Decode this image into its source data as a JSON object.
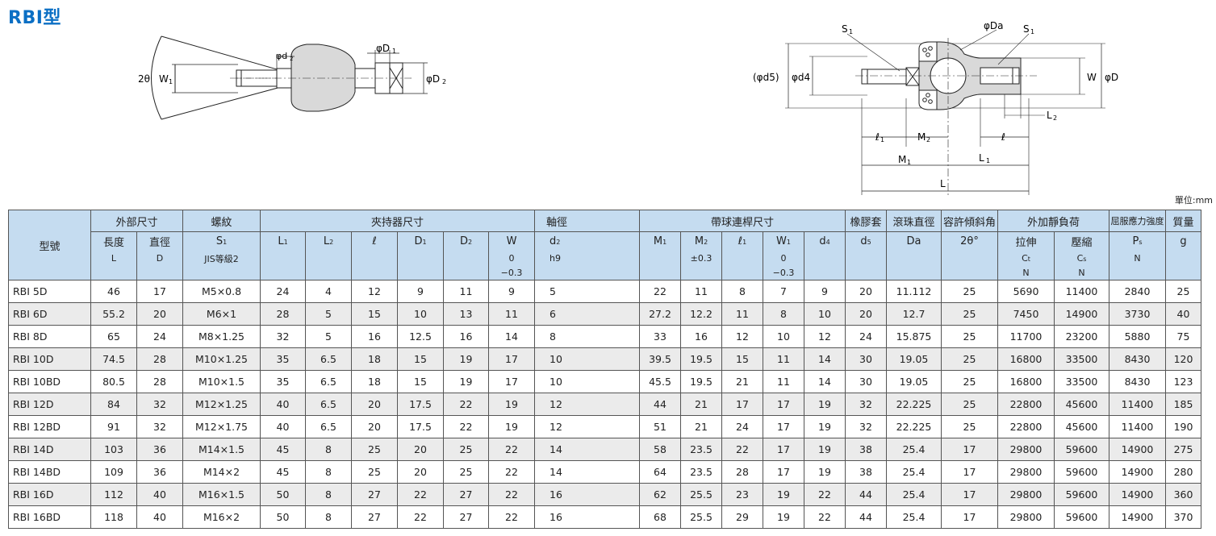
{
  "title": "RBI型",
  "unit_label": "單位:mm",
  "drawing_left": {
    "labels": {
      "two_theta": "2θ",
      "w1": "W",
      "w1_sub": "1",
      "d2": "φd",
      "d2_sub": "2",
      "big_d1": "φD",
      "big_d1_sub": "1",
      "big_d2": "φD",
      "big_d2_sub": "2"
    }
  },
  "drawing_right": {
    "labels": {
      "s1_left": "S",
      "s1_sub": "1",
      "s1_right": "S",
      "da": "φDa",
      "d5": "(φd5)",
      "d4": "φd4",
      "w": "W",
      "big_d": "φD",
      "l2": "L",
      "l2_sub": "2",
      "ell1": "ℓ",
      "ell1_sub": "1",
      "m2": "M",
      "m2_sub": "2",
      "ell": "ℓ",
      "m1": "M",
      "m1_sub": "1",
      "l1": "L",
      "l1_sub": "1",
      "l": "L"
    }
  },
  "table": {
    "header": {
      "model": "型號",
      "outer": "外部尺寸",
      "length": "長度",
      "diameter": "直徑",
      "L": "L",
      "D": "D",
      "thread": "螺紋",
      "S1": "S",
      "S1_sub": "1",
      "jis": "JIS等級2",
      "holder": "夾持器尺寸",
      "L1": "L",
      "L1_sub": "1",
      "L2": "L",
      "L2_sub": "2",
      "ell": "ℓ",
      "D1": "D",
      "D1_sub": "1",
      "D2": "D",
      "D2_sub": "2",
      "W": "W",
      "W_tol_top": "0",
      "W_tol_bot": "−0.3",
      "shaft": "軸徑",
      "d2": "d",
      "d2_sub": "2",
      "h9": "h9",
      "rod": "帶球連桿尺寸",
      "M1": "M",
      "M1_sub": "1",
      "M2": "M",
      "M2_sub": "2",
      "M2_tol": "±0.3",
      "ell1": "ℓ",
      "ell1_sub": "1",
      "W1": "W",
      "W1_sub": "1",
      "W1_tol_top": "0",
      "W1_tol_bot": "−0.3",
      "d4": "d",
      "d4_sub": "4",
      "boot": "橡膠套",
      "d5": "d",
      "d5_sub": "5",
      "ball": "滾珠直徑",
      "Da": "Da",
      "tilt": "容許傾斜角",
      "two_theta": "2θ°",
      "load": "外加靜負荷",
      "tension": "拉伸",
      "Ct": "C",
      "Ct_sub": "t",
      "compression": "壓縮",
      "Cs": "C",
      "Cs_sub": "s",
      "N1": "N",
      "N2": "N",
      "yield": "屈服應力強度",
      "Ps": "P",
      "Ps_sub": "s",
      "N3": "N",
      "mass": "質量",
      "g": "g"
    },
    "rows": [
      [
        "RBI 5D",
        "46",
        "17",
        "M5×0.8",
        "24",
        "4",
        "12",
        "9",
        "11",
        "9",
        "5",
        "22",
        "11",
        "8",
        "7",
        "9",
        "20",
        "11.112",
        "25",
        "5690",
        "11400",
        "2840",
        "25"
      ],
      [
        "RBI 6D",
        "55.2",
        "20",
        "M6×1",
        "28",
        "5",
        "15",
        "10",
        "13",
        "11",
        "6",
        "27.2",
        "12.2",
        "11",
        "8",
        "10",
        "20",
        "12.7",
        "25",
        "7450",
        "14900",
        "3730",
        "40"
      ],
      [
        "RBI 8D",
        "65",
        "24",
        "M8×1.25",
        "32",
        "5",
        "16",
        "12.5",
        "16",
        "14",
        "8",
        "33",
        "16",
        "12",
        "10",
        "12",
        "24",
        "15.875",
        "25",
        "11700",
        "23200",
        "5880",
        "75"
      ],
      [
        "RBI 10D",
        "74.5",
        "28",
        "M10×1.25",
        "35",
        "6.5",
        "18",
        "15",
        "19",
        "17",
        "10",
        "39.5",
        "19.5",
        "15",
        "11",
        "14",
        "30",
        "19.05",
        "25",
        "16800",
        "33500",
        "8430",
        "120"
      ],
      [
        "RBI 10BD",
        "80.5",
        "28",
        "M10×1.5",
        "35",
        "6.5",
        "18",
        "15",
        "19",
        "17",
        "10",
        "45.5",
        "19.5",
        "21",
        "11",
        "14",
        "30",
        "19.05",
        "25",
        "16800",
        "33500",
        "8430",
        "123"
      ],
      [
        "RBI 12D",
        "84",
        "32",
        "M12×1.25",
        "40",
        "6.5",
        "20",
        "17.5",
        "22",
        "19",
        "12",
        "44",
        "21",
        "17",
        "17",
        "19",
        "32",
        "22.225",
        "25",
        "22800",
        "45600",
        "11400",
        "185"
      ],
      [
        "RBI 12BD",
        "91",
        "32",
        "M12×1.75",
        "40",
        "6.5",
        "20",
        "17.5",
        "22",
        "19",
        "12",
        "51",
        "21",
        "24",
        "17",
        "19",
        "32",
        "22.225",
        "25",
        "22800",
        "45600",
        "11400",
        "190"
      ],
      [
        "RBI 14D",
        "103",
        "36",
        "M14×1.5",
        "45",
        "8",
        "25",
        "20",
        "25",
        "22",
        "14",
        "58",
        "23.5",
        "22",
        "17",
        "19",
        "38",
        "25.4",
        "17",
        "29800",
        "59600",
        "14900",
        "275"
      ],
      [
        "RBI 14BD",
        "109",
        "36",
        "M14×2",
        "45",
        "8",
        "25",
        "20",
        "25",
        "22",
        "14",
        "64",
        "23.5",
        "28",
        "17",
        "19",
        "38",
        "25.4",
        "17",
        "29800",
        "59600",
        "14900",
        "280"
      ],
      [
        "RBI 16D",
        "112",
        "40",
        "M16×1.5",
        "50",
        "8",
        "27",
        "22",
        "27",
        "22",
        "16",
        "62",
        "25.5",
        "23",
        "19",
        "22",
        "44",
        "25.4",
        "17",
        "29800",
        "59600",
        "14900",
        "360"
      ],
      [
        "RBI 16BD",
        "118",
        "40",
        "M16×2",
        "50",
        "8",
        "27",
        "22",
        "27",
        "22",
        "16",
        "68",
        "25.5",
        "29",
        "19",
        "22",
        "44",
        "25.4",
        "17",
        "29800",
        "59600",
        "14900",
        "370"
      ]
    ]
  },
  "colors": {
    "title": "#0b6fc4",
    "header_bg": "#c5dcf0",
    "alt_row": "#ebebeb",
    "drawing_fill": "#d9d9d9"
  }
}
